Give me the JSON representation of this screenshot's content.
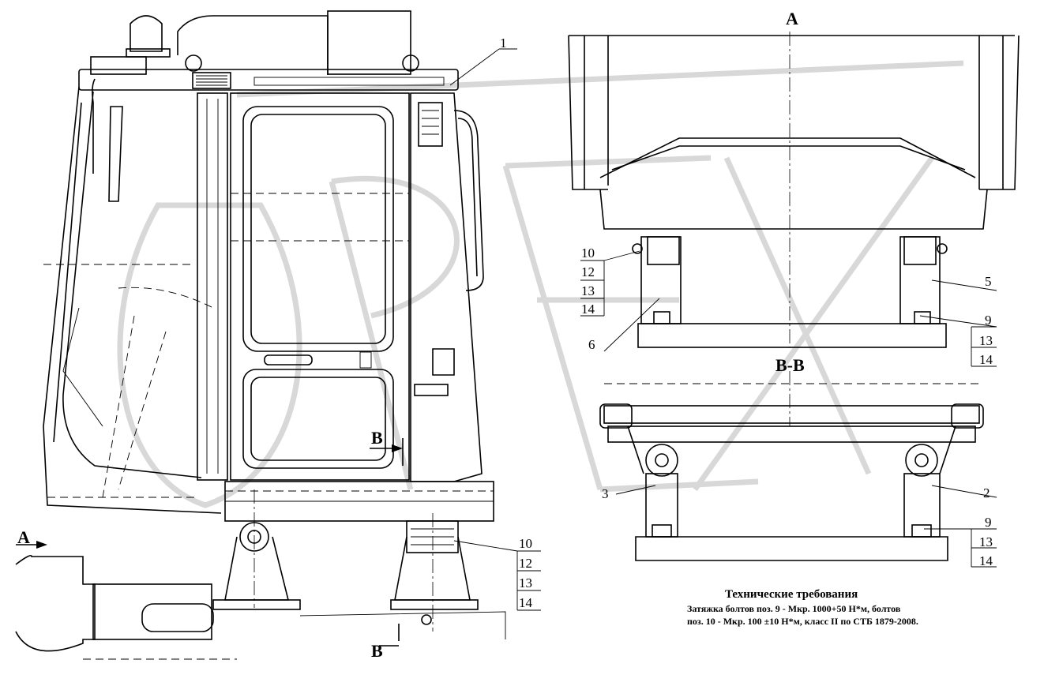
{
  "views": {
    "view_a": "A",
    "view_bb": "B-B",
    "arrow_a": "A",
    "arrow_b_top": "B",
    "arrow_b_bottom": "B"
  },
  "callouts": {
    "main": [
      "1",
      "10",
      "12",
      "13",
      "14"
    ],
    "view_a": [
      "10",
      "12",
      "13",
      "14",
      "5",
      "6",
      "9",
      "13",
      "14"
    ],
    "view_bb": [
      "3",
      "2",
      "9",
      "13",
      "14"
    ]
  },
  "notes": {
    "title": "Технические требования",
    "line1": "Затяжка болтов поз. 9 - Мкр. 1000+50 Н*м, болтов",
    "line2": "поз. 10 - Мкр. 100 ±10 Н*м, класс II по СТБ 1879-2008."
  },
  "watermark": "OPEX"
}
